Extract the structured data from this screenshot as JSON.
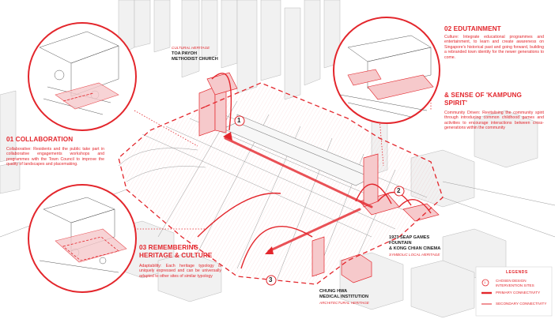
{
  "colors": {
    "accent": "#e3262c",
    "line": "#8a8a8a",
    "bg": "#ffffff"
  },
  "sections": {
    "collaboration": {
      "title": "01 COLLABORATION",
      "body": "Collaborative: Residents and the public take part in collaborative engagements workshops and programmes with the Town Council to improve the quality of landscapes and placemaking."
    },
    "edutainment": {
      "title": "02 EDUTAINMENT",
      "body": "Culture: Integrate educational programmes and entertainment, to learn and create awareness on Singapore's historical past and going forward, building a rebranded town identity for the newer generations to come."
    },
    "kampung": {
      "title_line1": "& SENSE OF 'KAMPUNG",
      "title_line2": "SPIRIT'",
      "body": "Community Driven: Revitalising the community spirit through introducing common childhood games and activities to encourage interactions between cross-generations within the community"
    },
    "heritage": {
      "title_line1": "03 REMEMBERING",
      "title_line2": "HERITAGE & CULTURE",
      "body": "Adaptability: Each heritage typology is uniquely expressed and can be universally adapted to other sites of similar typology"
    }
  },
  "sites": {
    "church": {
      "tag": "CULTURAL HERITAGE",
      "name_line1": "TOA PAYOH",
      "name_line2": "METHODIST CHURCH"
    },
    "seap": {
      "name_line1": "1973 SEAP GAMES",
      "name_line2": "FOUNTAIN",
      "name_line3": "& KONG CHIAN CINEMA",
      "tag": "SYMBOLIC LOCAL HERITAGE"
    },
    "chung_hwa": {
      "name_line1": "CHUNG HWA",
      "name_line2": "MEDICAL INSTITUTION",
      "tag": "ARCHITECTURAL HERITAGE"
    }
  },
  "markers": [
    "1",
    "2",
    "3"
  ],
  "legend": {
    "title": "LEGENDS",
    "items": [
      {
        "symbol": "1",
        "label": "CHOSEN DESIGN INTERVENTION SITES"
      },
      {
        "symbol": "",
        "label": "PRIMARY CONNECTIVITY"
      },
      {
        "symbol": "",
        "label": "SECONDARY CONNECTIVITY"
      }
    ]
  }
}
